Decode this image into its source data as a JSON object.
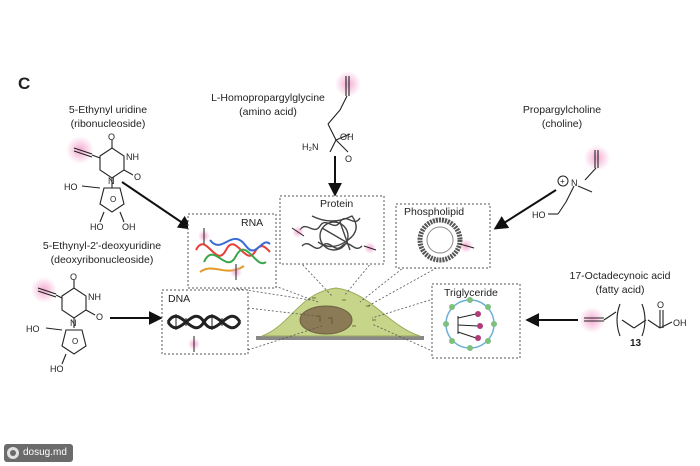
{
  "panel_letter": "C",
  "molecules": {
    "ethynyl_uridine": {
      "name": "5-Ethynyl uridine",
      "class": "(ribonucleoside)"
    },
    "hpg": {
      "name": "L-Homopropargylglycine",
      "class": "(amino acid)"
    },
    "propargylcholine": {
      "name": "Propargylcholine",
      "class": "(choline)"
    },
    "edu": {
      "name": "5-Ethynyl-2'-deoxyuridine",
      "class": "(deoxyribonucleoside)"
    },
    "octadecynoic": {
      "name": "17-Octadecynoic acid",
      "class": "(fatty acid)"
    }
  },
  "boxes": {
    "rna": "RNA",
    "protein": "Protein",
    "phospholipid": "Phospholipid",
    "dna": "DNA",
    "triglyceride": "Triglyceride"
  },
  "atoms": {
    "o": "O",
    "nh": "NH",
    "n": "N",
    "ho": "HO",
    "oh": "OH",
    "h2n": "H₂N",
    "n_plus": "+",
    "chain_count": "13"
  },
  "colors": {
    "alkyne_highlight": "#f3a6cf",
    "cell": "#c6d58a",
    "nucleus": "#8a7a55",
    "box_border": "#555555"
  },
  "watermark": "dosug.md"
}
